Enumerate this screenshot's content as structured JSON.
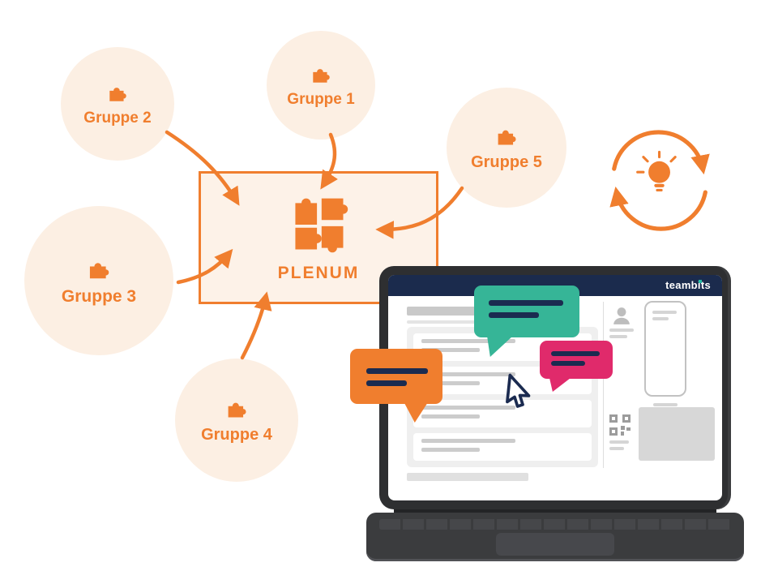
{
  "groups": [
    {
      "label": "Gruppe 1"
    },
    {
      "label": "Gruppe 2"
    },
    {
      "label": "Gruppe 3"
    },
    {
      "label": "Gruppe 4"
    },
    {
      "label": "Gruppe 5"
    }
  ],
  "plenum": {
    "label": "PLENUM"
  },
  "device": {
    "brand": "teambits"
  },
  "colors": {
    "orange": "#F07E2E",
    "peach_circle": "#FCEFE3",
    "plenum_fill": "#FDF2E8",
    "teal_bubble": "#36B597",
    "pink_bubble": "#E02A6B",
    "navy": "#1B2B50",
    "teambits_teal": "#25BFA8"
  },
  "icons": {
    "group_icon": "puzzle-piece",
    "plenum_icon": "puzzle-cluster",
    "cycle_icon": "cycle-arrows-with-lightbulb",
    "bubbles": [
      "teal-speech-bubble",
      "orange-speech-bubble",
      "pink-speech-bubble"
    ],
    "pointer": "cursor-arrow"
  }
}
